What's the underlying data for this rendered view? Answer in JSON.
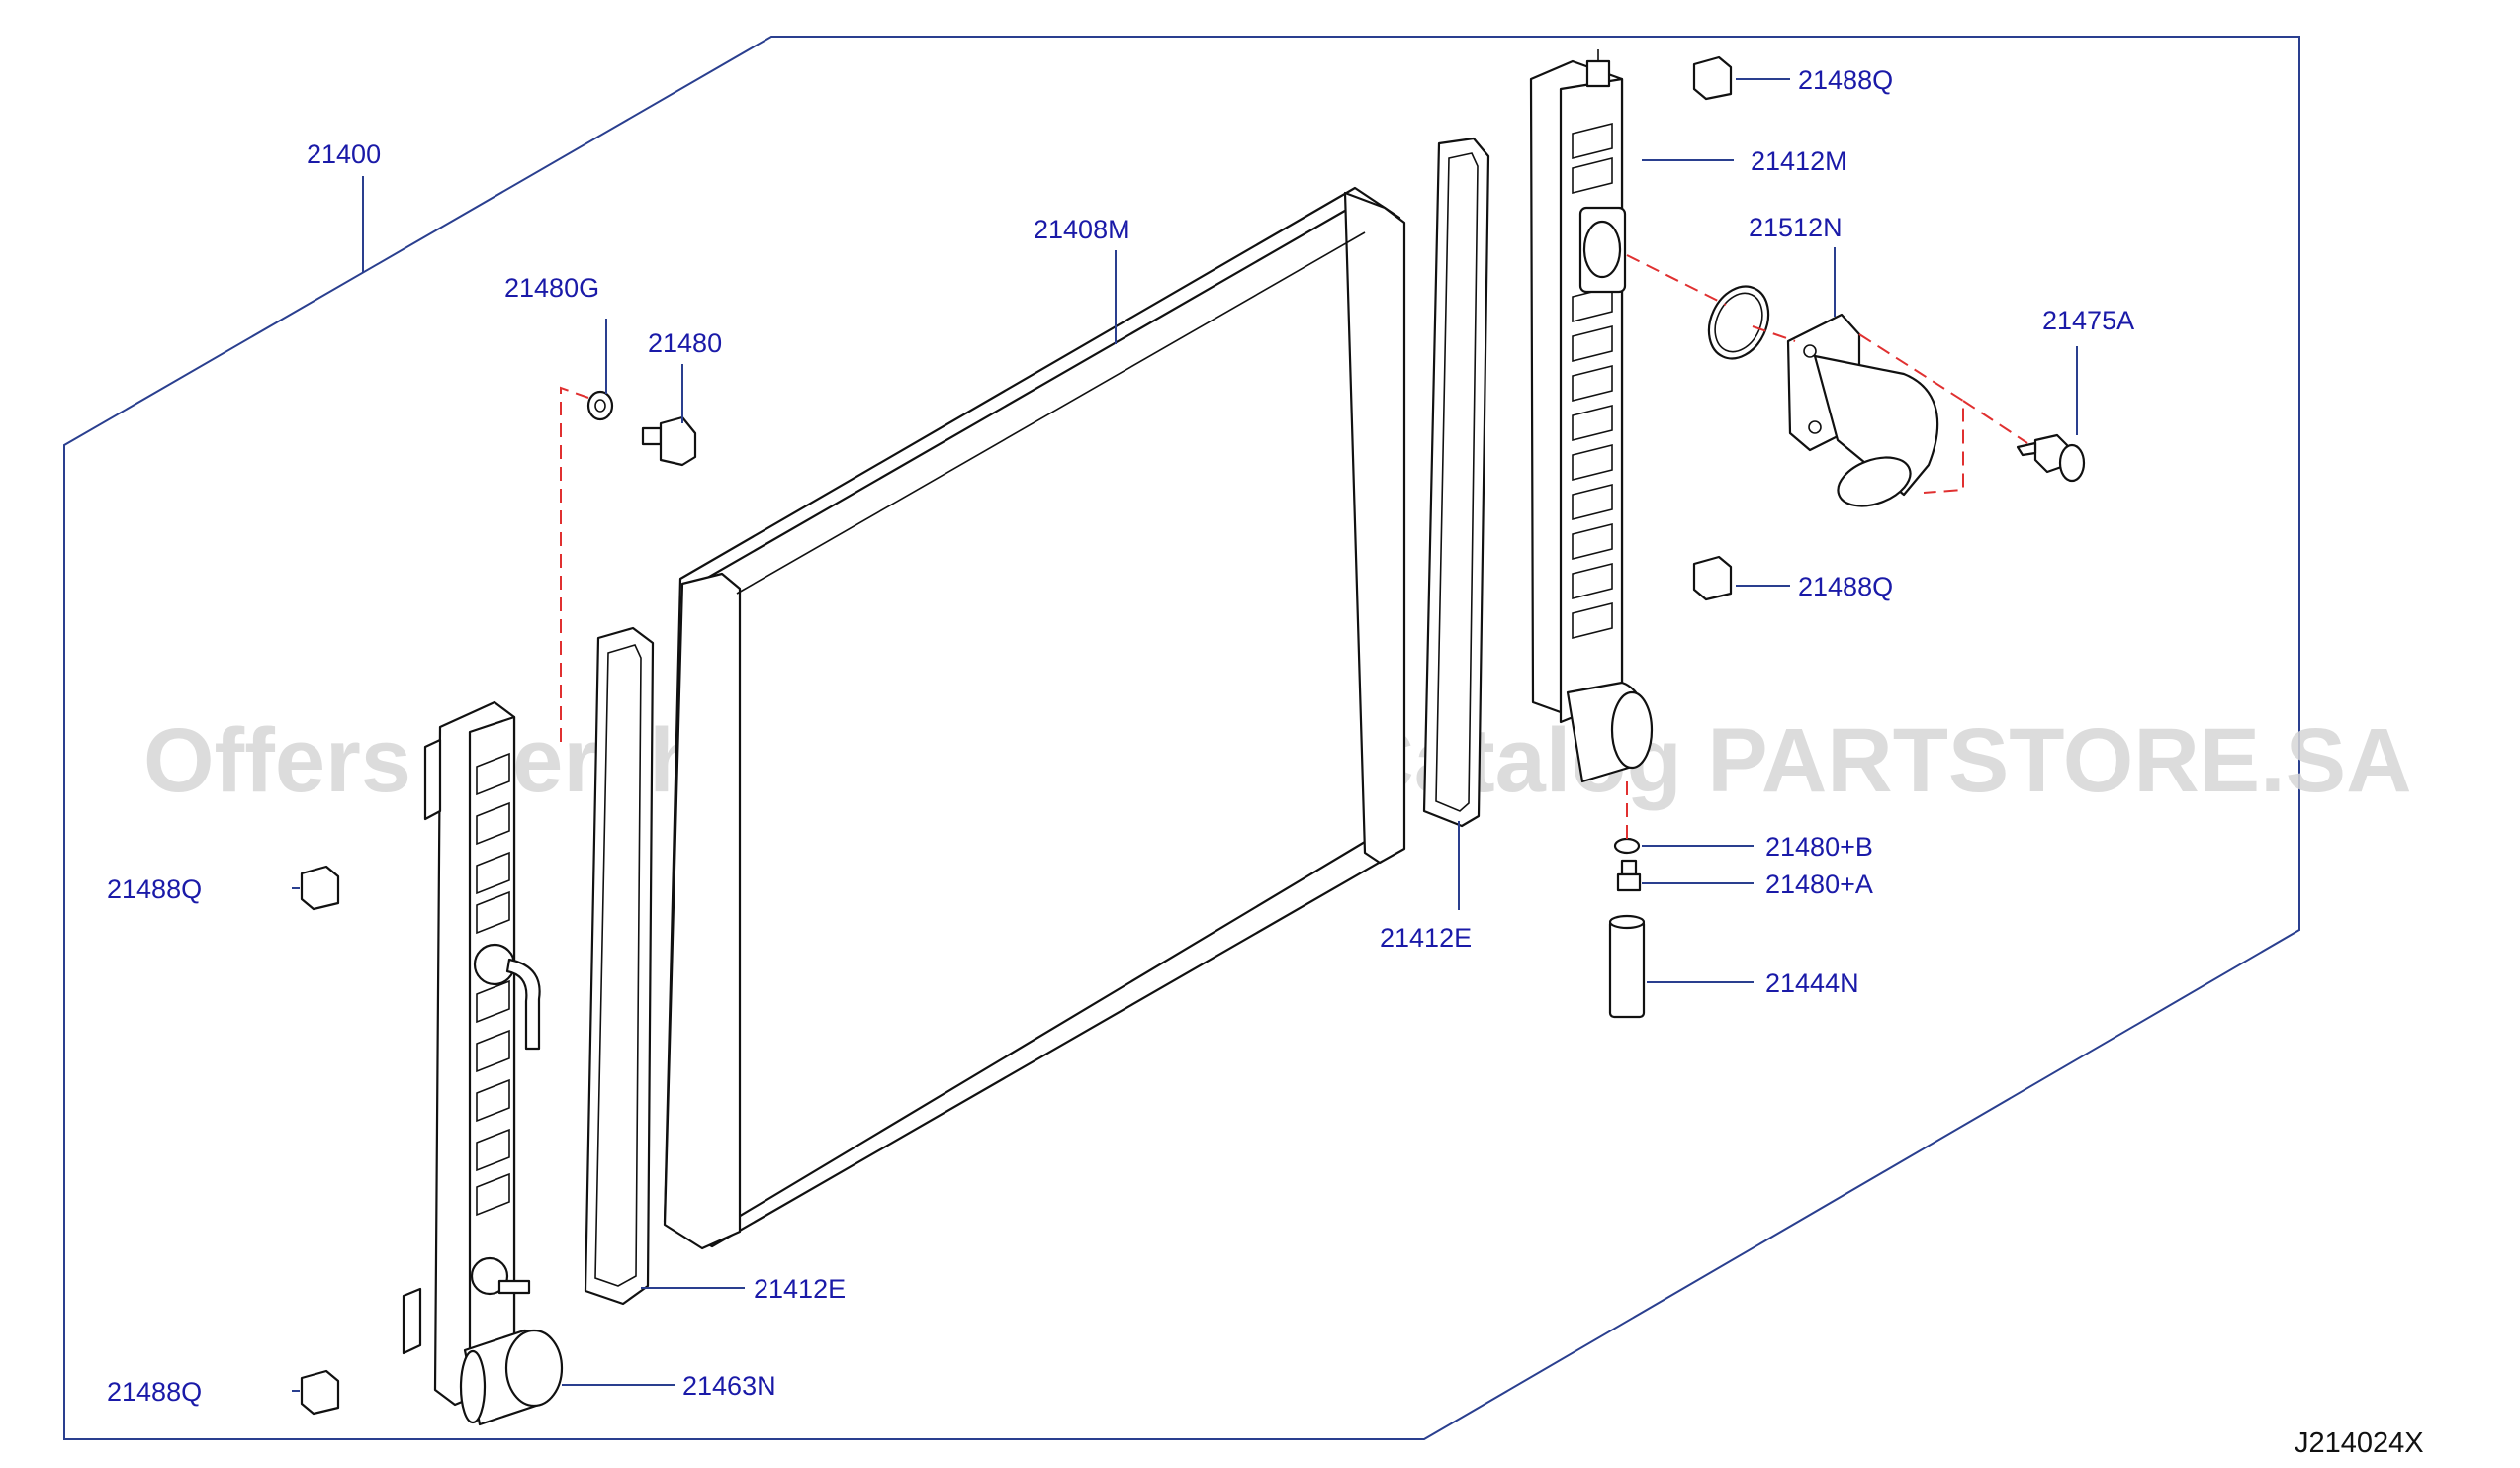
{
  "watermark": "Offers Merchant Auto Parts Catalog PARTSTORE.SA",
  "diagram_code": "J214024X",
  "labels": {
    "assembly": "21400",
    "core": "21408M",
    "washer_g": "21480G",
    "cock": "21480",
    "clip_top_right": "21488Q",
    "tank_right": "21412M",
    "inlet": "21512N",
    "bolt": "21475A",
    "clip_mid_right": "21488Q",
    "seal_right": "21412E",
    "washer_b": "21480+B",
    "plug_a": "21480+A",
    "hose_n": "21444N",
    "clip_left_upper": "21488Q",
    "seal_left": "21412E",
    "cap": "21463N",
    "clip_left_lower": "21488Q"
  }
}
